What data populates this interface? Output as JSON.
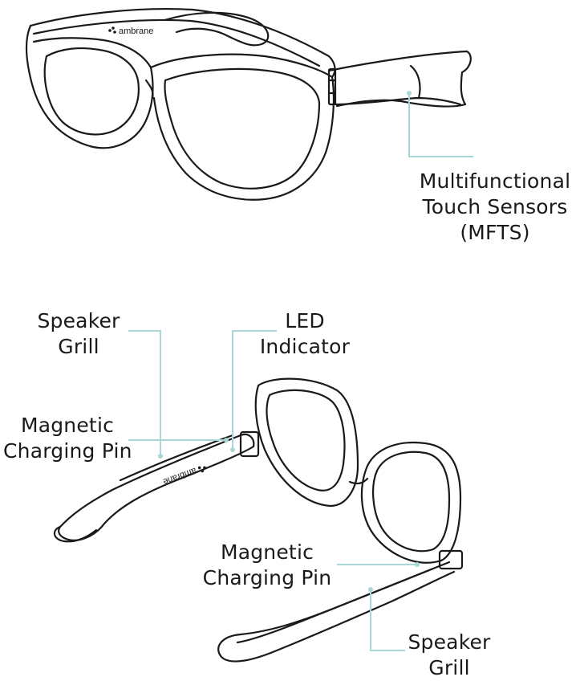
{
  "brand": {
    "logo_text": "ambrane"
  },
  "labels": {
    "mfts": {
      "line1": "Multifunctional",
      "line2": "Touch Sensors",
      "line3": "(MFTS)"
    },
    "speaker_grill_left": {
      "line1": "Speaker",
      "line2": "Grill"
    },
    "led_indicator": {
      "line1": "LED",
      "line2": "Indicator"
    },
    "magnetic_pin_left": {
      "line1": "Magnetic",
      "line2": "Charging Pin"
    },
    "magnetic_pin_right": {
      "line1": "Magnetic",
      "line2": "Charging Pin"
    },
    "speaker_grill_right": {
      "line1": "Speaker",
      "line2": "Grill"
    }
  },
  "colors": {
    "outline": "#1a1a1a",
    "leader_line": "#a9d6d6"
  }
}
